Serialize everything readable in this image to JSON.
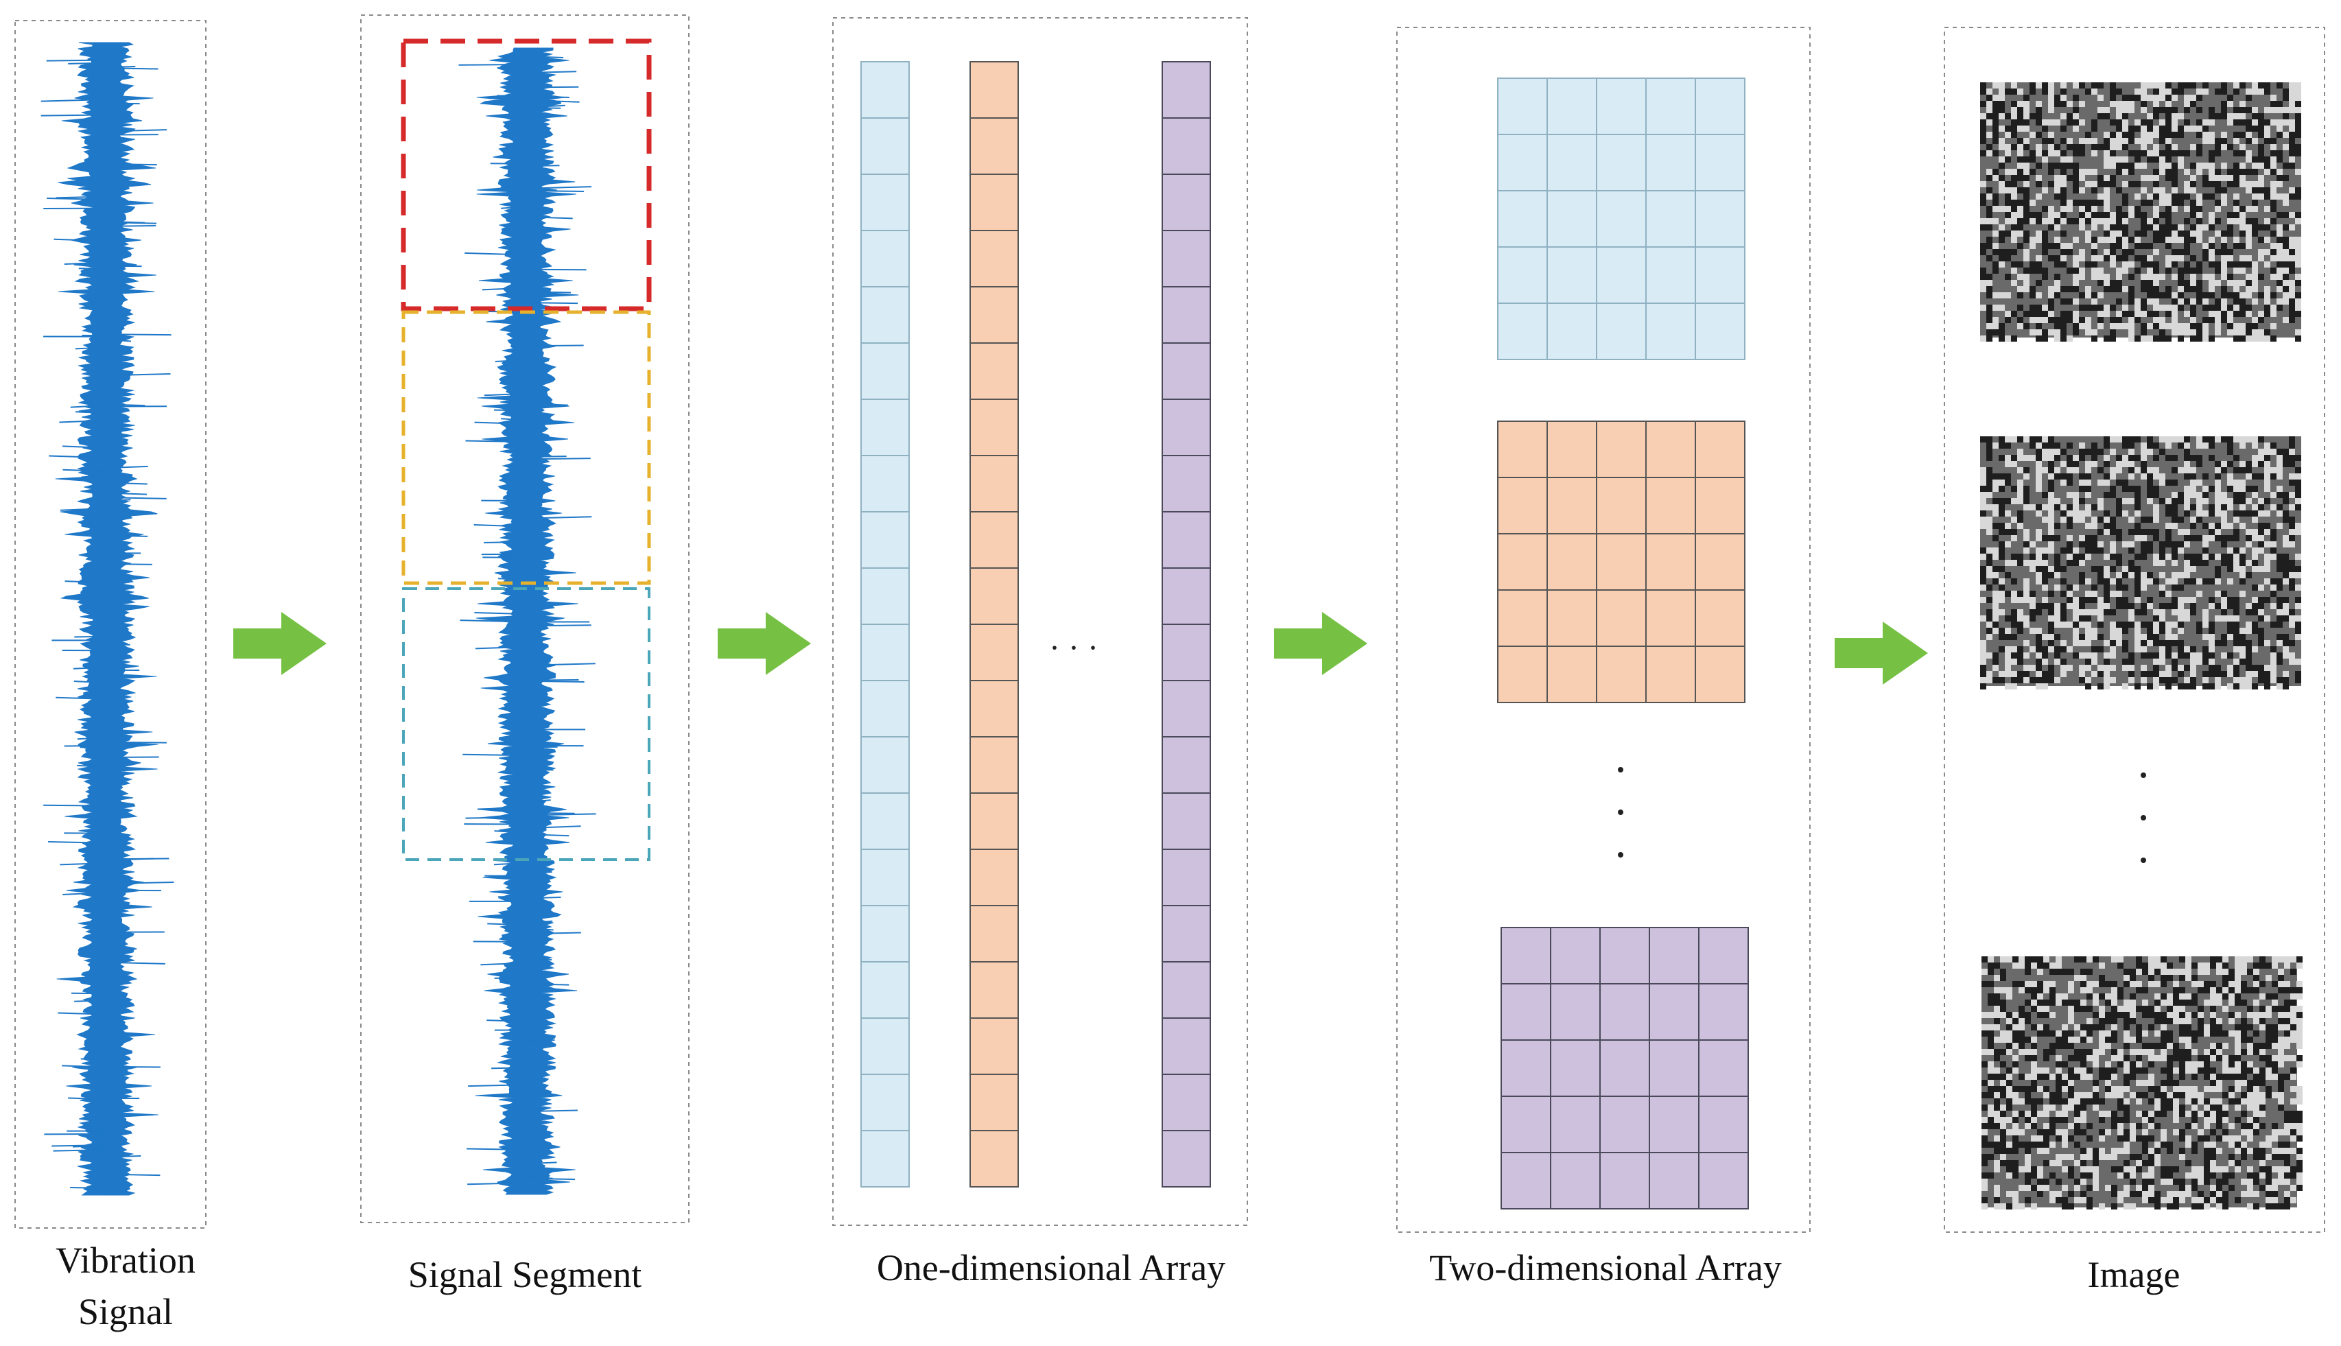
{
  "labels": {
    "vibration_signal_line1": "Vibration",
    "vibration_signal_line2": "Signal",
    "signal_segment": "Signal Segment",
    "one_dimensional_array": "One-dimensional Array",
    "two_dimensional_array": "Two-dimensional Array",
    "image": "Image",
    "ellipsis": "· · ·"
  },
  "colors": {
    "signal": "#1f78c8",
    "arrow": "#76c043",
    "panel_border": "#8a8a8a",
    "segment_box_1": "#d62a2a",
    "segment_box_2": "#e6b22e",
    "segment_box_3": "#4aa6b8",
    "array_1_fill": "#d9ecf5",
    "array_1_stroke": "#8fb1c2",
    "array_2_fill": "#f8cfb2",
    "array_2_stroke": "#555555",
    "array_3_fill": "#cdc1dd",
    "array_3_stroke": "#4a4a5a",
    "cell_line": "#444444"
  },
  "structure": {
    "array_cells": 20,
    "grid_rows": 5,
    "grid_cols": 5,
    "segments": 3,
    "images": 3
  }
}
